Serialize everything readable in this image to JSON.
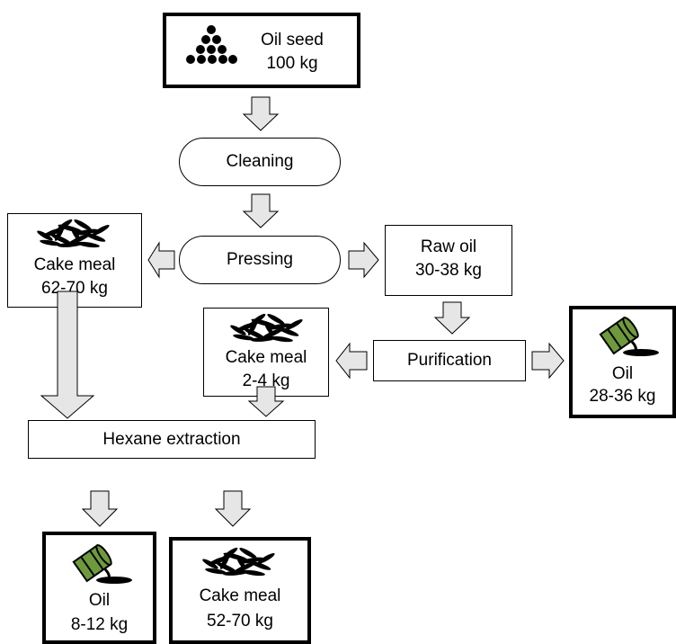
{
  "nodes": {
    "oil_seed": {
      "name": "Oil seed",
      "amount": "100 kg",
      "icon": "seed-pile-icon"
    },
    "cleaning": {
      "name": "Cleaning"
    },
    "pressing": {
      "name": "Pressing"
    },
    "cake_meal_press": {
      "name": "Cake meal",
      "amount": "62-70 kg",
      "icon": "cake-meal-icon"
    },
    "raw_oil": {
      "name": "Raw oil",
      "amount": "30-38 kg"
    },
    "purification": {
      "name": "Purification"
    },
    "cake_meal_purif": {
      "name": "Cake meal",
      "amount": "2-4 kg",
      "icon": "cake-meal-icon"
    },
    "oil_purif": {
      "name": "Oil",
      "amount": "28-36 kg",
      "icon": "oil-drum-icon"
    },
    "hexane": {
      "name": "Hexane extraction"
    },
    "oil_final": {
      "name": "Oil",
      "amount": "8-12 kg",
      "icon": "oil-drum-icon"
    },
    "cake_meal_final": {
      "name": "Cake meal",
      "amount": "52-70 kg",
      "icon": "cake-meal-icon"
    }
  },
  "colors": {
    "arrow_fill": "#e6e6e6",
    "drum_green": "#6f9a3c",
    "ink": "#000000"
  }
}
